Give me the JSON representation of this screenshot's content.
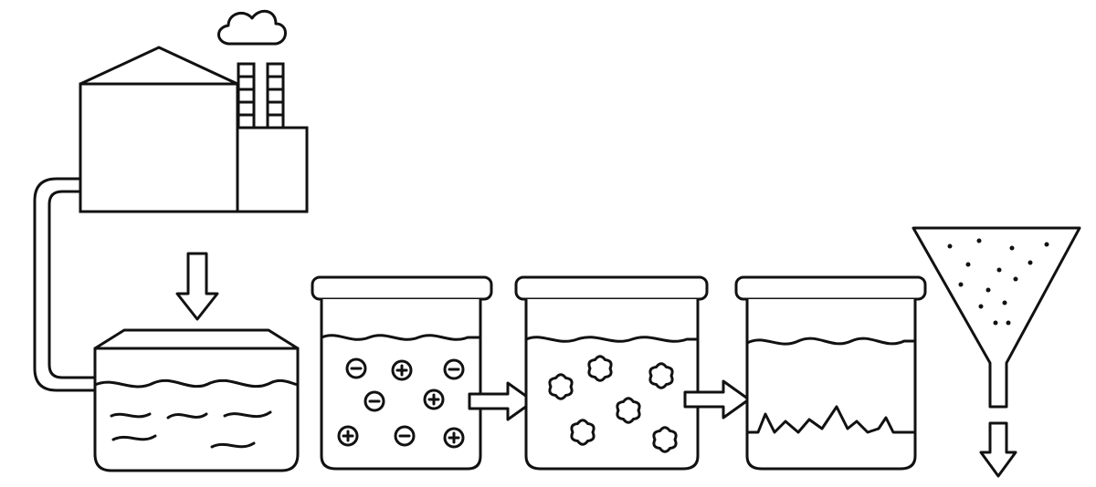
{
  "diagram": {
    "stroke_color": "#111111",
    "fill_color": "#ffffff",
    "stages": [
      {
        "id": "factory",
        "icon": "factory-icon"
      },
      {
        "id": "wastewater-tank",
        "icon": "tank-icon"
      },
      {
        "id": "ion-beaker",
        "icon": "ions-icon",
        "particles": [
          "minus",
          "plus",
          "minus",
          "minus",
          "plus",
          "plus",
          "minus",
          "plus"
        ]
      },
      {
        "id": "floc-beaker",
        "icon": "flocs-icon",
        "flocs": 6
      },
      {
        "id": "sediment-beaker",
        "icon": "sediment-icon"
      },
      {
        "id": "filter-funnel",
        "icon": "funnel-icon"
      }
    ]
  }
}
